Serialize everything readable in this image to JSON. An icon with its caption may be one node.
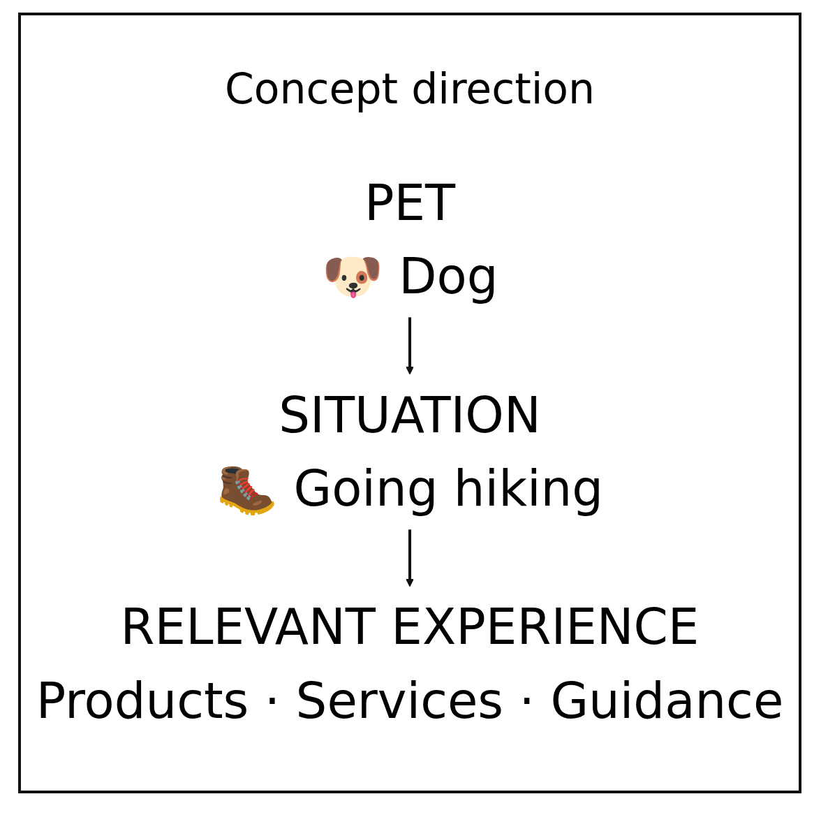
{
  "diagram": {
    "title": "Concept direction",
    "nodes": [
      {
        "text": [
          "PET",
          "🐶 Dog"
        ]
      },
      {
        "text": [
          "SITUATION",
          "🥾 Going hiking"
        ]
      },
      {
        "text": [
          "RELEVANT EXPERIENCE",
          "Products · Services · Guidance"
        ]
      }
    ],
    "edges": [
      {
        "from": 0,
        "to": 1,
        "arrow": "to"
      },
      {
        "from": 1,
        "to": 2,
        "arrow": "to"
      }
    ]
  }
}
